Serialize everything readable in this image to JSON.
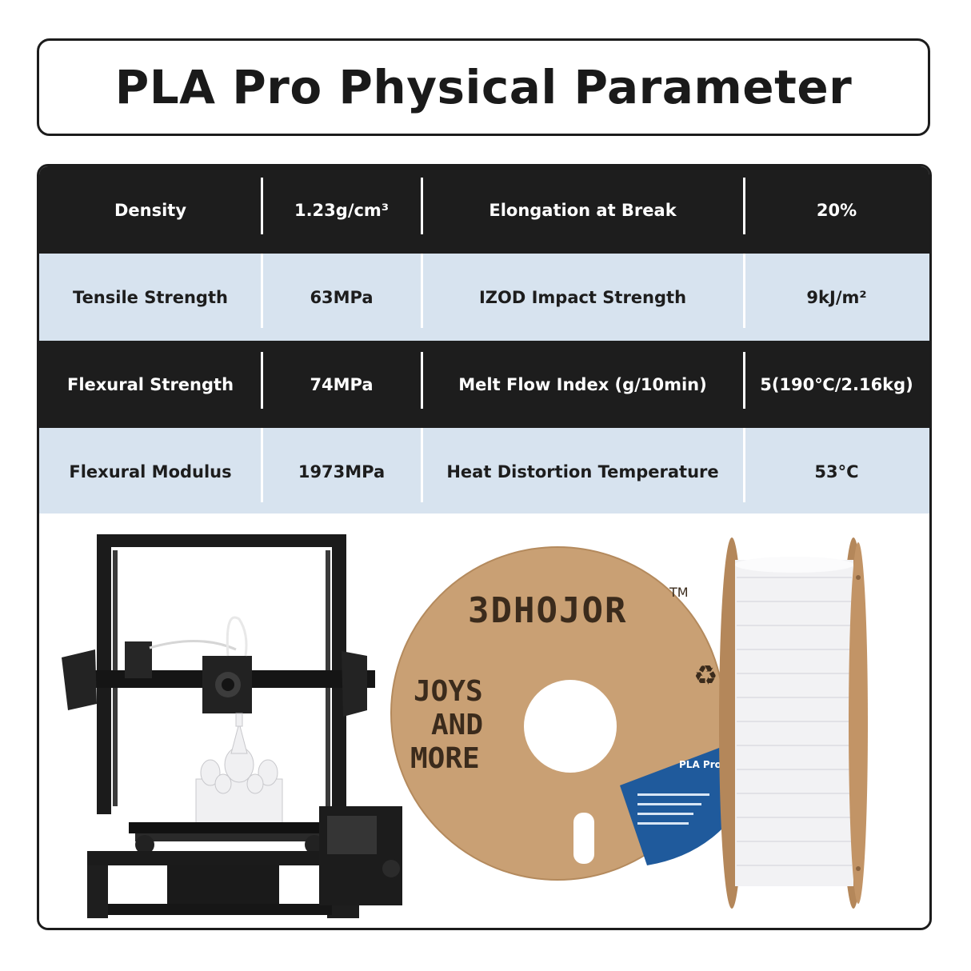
{
  "title": "PLA Pro Physical Parameter",
  "rows": [
    {
      "l1": "Density",
      "v1": "1.23g/cm³",
      "l2": "Elongation at Break",
      "v2": "20%"
    },
    {
      "l1": "Tensile Strength",
      "v1": "63MPa",
      "l2": "IZOD Impact Strength",
      "v2": "9kJ/m²"
    },
    {
      "l1": "Flexural Strength",
      "v1": "74MPa",
      "l2": "Melt Flow Index (g/10min)",
      "v2": "5(190℃/2.16kg)"
    },
    {
      "l1": "Flexural Modulus",
      "v1": "1973MPa",
      "l2": "Heat Distortion Temperature",
      "v2": "53°C"
    }
  ],
  "spool": {
    "brand": "3DHOJOR",
    "trademark": "TM",
    "slogan": [
      "JOYS",
      "AND",
      "MORE"
    ],
    "label_title": "PLA Pro"
  },
  "colors": {
    "dark_row": "#1d1d1d",
    "light_row": "#d7e3ef",
    "cardboard": "#c9a074",
    "filament": "#f2f2f4",
    "label_blue": "#1f5a9c"
  }
}
